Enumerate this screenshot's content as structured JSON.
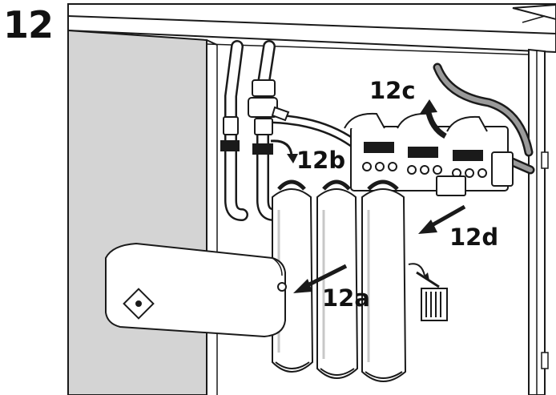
{
  "step": {
    "number": "12"
  },
  "callouts": {
    "a": "12a",
    "b": "12b",
    "c": "12c",
    "d": "12d"
  },
  "icons": {
    "cover_symbol": "diamond-dot-icon",
    "dispose": "trash-bin-icon"
  },
  "colors": {
    "line": "#1a1a1a",
    "cabinet_shade": "#d4d4d4",
    "part_fill": "#ffffff",
    "label": "#111111"
  }
}
